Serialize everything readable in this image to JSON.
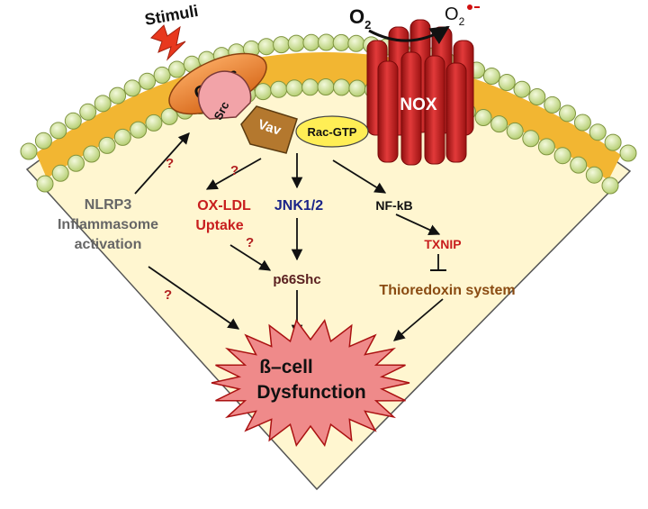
{
  "labels": {
    "stimuli": "Stimuli",
    "cd36": "CD36",
    "src": "Src",
    "vav": "Vav",
    "rac_gtp": "Rac-GTP",
    "o2": "O",
    "o2_sub": "2",
    "superoxide": "O",
    "superoxide_sub": "2",
    "nox": "NOX",
    "nlrp3_line1": "NLRP3",
    "nlrp3_line2": "Inflammasome",
    "nlrp3_line3": "activation",
    "oxldl_line1": "OX-LDL",
    "oxldl_line2": "Uptake",
    "jnk": "JNK1/2",
    "nfkb": "NF-kB",
    "txnip": "TXNIP",
    "thioredoxin": "Thioredoxin system",
    "p66shc": "p66Shc",
    "dysfunction_line1": "ß–cell",
    "dysfunction_line2": "Dysfunction",
    "q1": "?",
    "q2": "?",
    "q3": "?",
    "q4": "?"
  },
  "colors": {
    "membrane_fill": "#fff6d0",
    "bilayer_core": "#f2b632",
    "lipid_head": "#d6e8a2",
    "cd36": "#f08a3a",
    "src": "#f2a3a8",
    "vav": "#b4782e",
    "rac": "#ffee55",
    "nox": "#cc1f1f",
    "burst": "#ef8a8a",
    "nlrp3_text": "#666666",
    "oxldl_text": "#c81e1e",
    "jnk_text": "#1a2488",
    "txnip_text": "#c81e1e",
    "thioredoxin_text": "#8a4b12",
    "p66_text": "#5a2020",
    "question": "#b22020"
  }
}
